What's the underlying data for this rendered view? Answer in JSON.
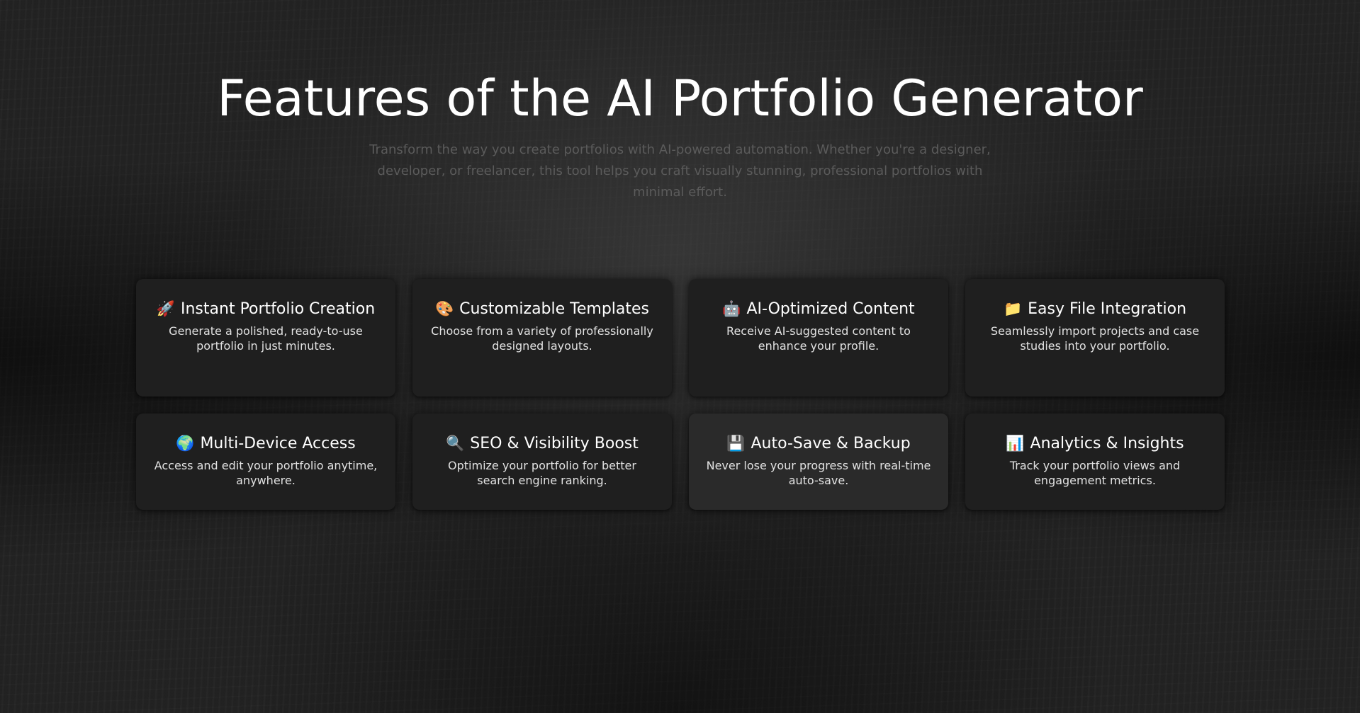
{
  "hero": {
    "title": "Features of the AI Portfolio Generator",
    "subtitle": "Transform the way you create portfolios with AI-powered automation. Whether you're a designer, developer, or freelancer, this tool helps you craft visually stunning, professional portfolios with minimal effort."
  },
  "features": [
    {
      "icon": "🚀",
      "icon_name": "rocket-icon",
      "title": "Instant Portfolio Creation",
      "description": "Generate a polished, ready-to-use portfolio in just minutes."
    },
    {
      "icon": "🎨",
      "icon_name": "palette-icon",
      "title": "Customizable Templates",
      "description": "Choose from a variety of professionally designed layouts."
    },
    {
      "icon": "🤖",
      "icon_name": "robot-icon",
      "title": "AI-Optimized Content",
      "description": "Receive AI-suggested content to enhance your profile."
    },
    {
      "icon": "📁",
      "icon_name": "folder-icon",
      "title": "Easy File Integration",
      "description": "Seamlessly import projects and case studies into your portfolio."
    },
    {
      "icon": "🌍",
      "icon_name": "globe-icon",
      "title": "Multi-Device Access",
      "description": "Access and edit your portfolio anytime, anywhere."
    },
    {
      "icon": "🔍",
      "icon_name": "magnifier-icon",
      "title": "SEO & Visibility Boost",
      "description": "Optimize your portfolio for better search engine ranking."
    },
    {
      "icon": "💾",
      "icon_name": "floppy-disk-icon",
      "title": "Auto-Save & Backup",
      "description": "Never lose your progress with real-time auto-save."
    },
    {
      "icon": "📊",
      "icon_name": "bar-chart-icon",
      "title": "Analytics & Insights",
      "description": "Track your portfolio views and engagement metrics."
    }
  ],
  "colors": {
    "background": "#232323",
    "card": "#1f1f1f",
    "card_hover": "#2a2a2a",
    "title": "#ffffff",
    "subtitle": "#5b5b5b",
    "card_text": "#e2e2e2"
  }
}
